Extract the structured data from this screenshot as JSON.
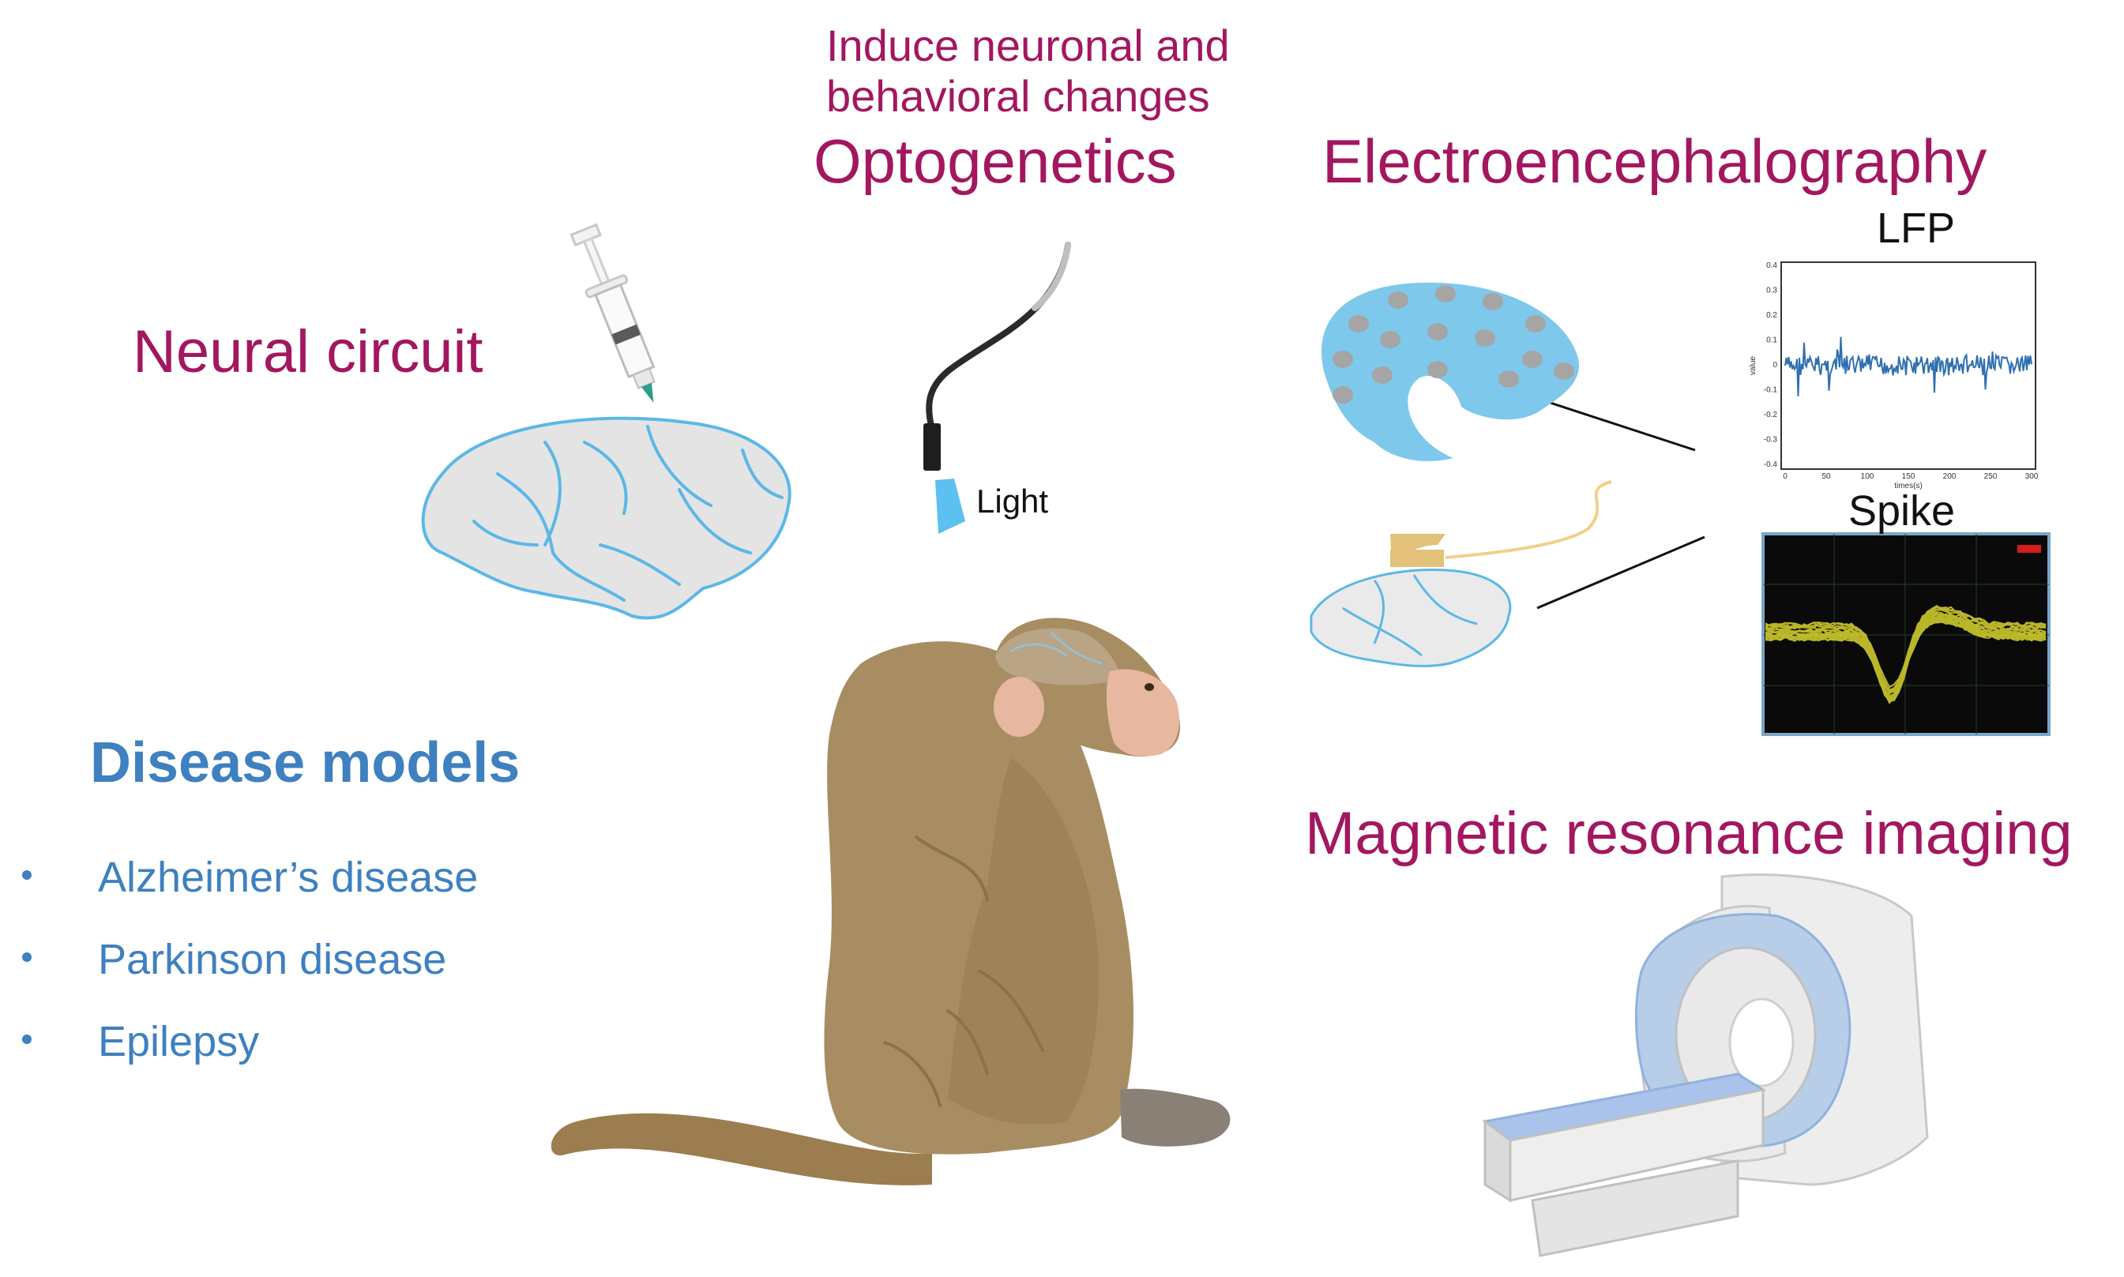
{
  "labels": {
    "neural_circuit": "Neural circuit",
    "induce_line1": "Induce neuronal and",
    "induce_line2": "behavioral changes",
    "optogenetics": "Optogenetics",
    "light": "Light",
    "eeg": "Electroencephalography",
    "lfp": "LFP",
    "spike": "Spike",
    "mri": "Magnetic resonance imaging",
    "disease_models": "Disease models"
  },
  "diseases": [
    "Alzheimer’s disease",
    "Parkinson disease",
    "Epilepsy"
  ],
  "lfp_axes": {
    "ylabel": "value",
    "xlabel": "times(s)",
    "yticks": [
      "0.4",
      "0.3",
      "0.2",
      "0.1",
      "0",
      "-0.1",
      "-0.2",
      "-0.3",
      "-0.4"
    ],
    "xticks": [
      "0",
      "50",
      "100",
      "150",
      "200",
      "250",
      "300"
    ]
  },
  "colors": {
    "title": "#a3175f",
    "disease_text": "#3f80c0",
    "brain_outline": "#5bb8e6",
    "brain_fill": "#e4e4e4",
    "eeg_cap": "#7ec8ec",
    "electrode": "#9a9a9a",
    "monkey_body": "#a88d63",
    "lfp_signal": "#2f6fb0",
    "spike_trace": "#e6e232",
    "spike_bg": "#0a0a0a"
  },
  "icons": [
    "syringe-icon",
    "optical-fiber-icon",
    "eeg-cap-icon",
    "microelectrode-array-icon",
    "mri-scanner-icon",
    "monkey-illustration"
  ]
}
